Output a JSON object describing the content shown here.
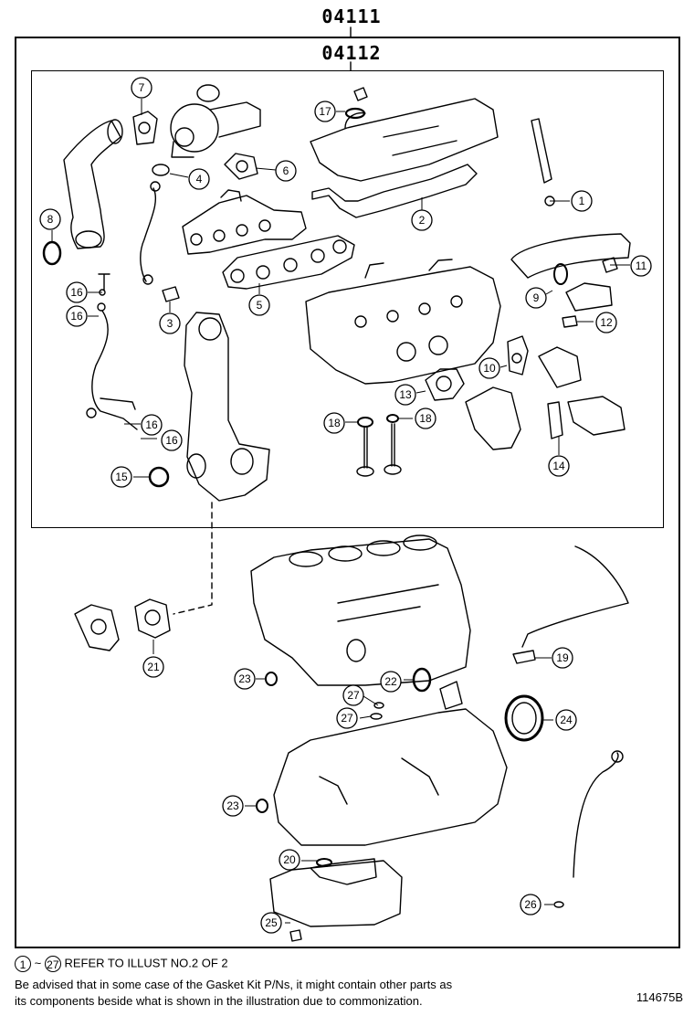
{
  "header": {
    "outer_code": "04111",
    "inner_code": "04112"
  },
  "callouts": [
    "1",
    "2",
    "3",
    "4",
    "5",
    "6",
    "7",
    "8",
    "9",
    "10",
    "11",
    "12",
    "13",
    "14",
    "15",
    "16",
    "16",
    "16",
    "16",
    "17",
    "18",
    "18",
    "19",
    "20",
    "21",
    "22",
    "23",
    "23",
    "24",
    "25",
    "26",
    "27",
    "27"
  ],
  "footer": {
    "ref_start": "1",
    "ref_tilde": "~",
    "ref_end": "27",
    "ref_text": "REFER TO ILLUST NO.2 OF 2",
    "note_line1": "Be advised that in some case of the Gasket Kit P/Ns,  it might contain other parts as",
    "note_line2": "its components beside what is shown in the illustration due to commonization.",
    "illustration_id": "114675B"
  }
}
